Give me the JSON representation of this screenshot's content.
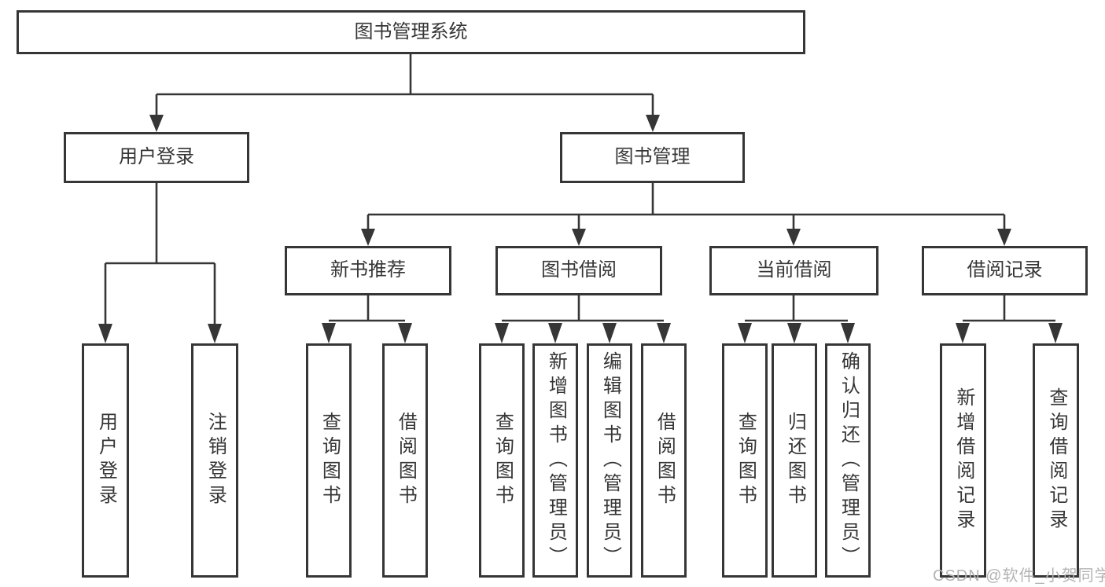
{
  "tree": {
    "root": "图书管理系统",
    "branches": [
      {
        "label": "用户登录",
        "children": [
          "用户登录",
          "注销登录"
        ]
      },
      {
        "label": "图书管理",
        "groups": [
          {
            "label": "新书推荐",
            "children": [
              "查询图书",
              "借阅图书"
            ]
          },
          {
            "label": "图书借阅",
            "children": [
              "查询图书",
              "新增图书（管理员）",
              "编辑图书（管理员）",
              "借阅图书"
            ]
          },
          {
            "label": "当前借阅",
            "children": [
              "查询图书",
              "归还图书",
              "确认归还（管理员）"
            ]
          },
          {
            "label": "借阅记录",
            "children": [
              "新增借阅记录",
              "查询借阅记录"
            ]
          }
        ]
      }
    ]
  },
  "watermark": {
    "text": "CSDN @软件_小贺同学",
    "color": "#b3b3b3"
  },
  "colors": {
    "line": "#363636",
    "box_border": "#363636",
    "text": "#363636",
    "background": "#ffffff"
  }
}
